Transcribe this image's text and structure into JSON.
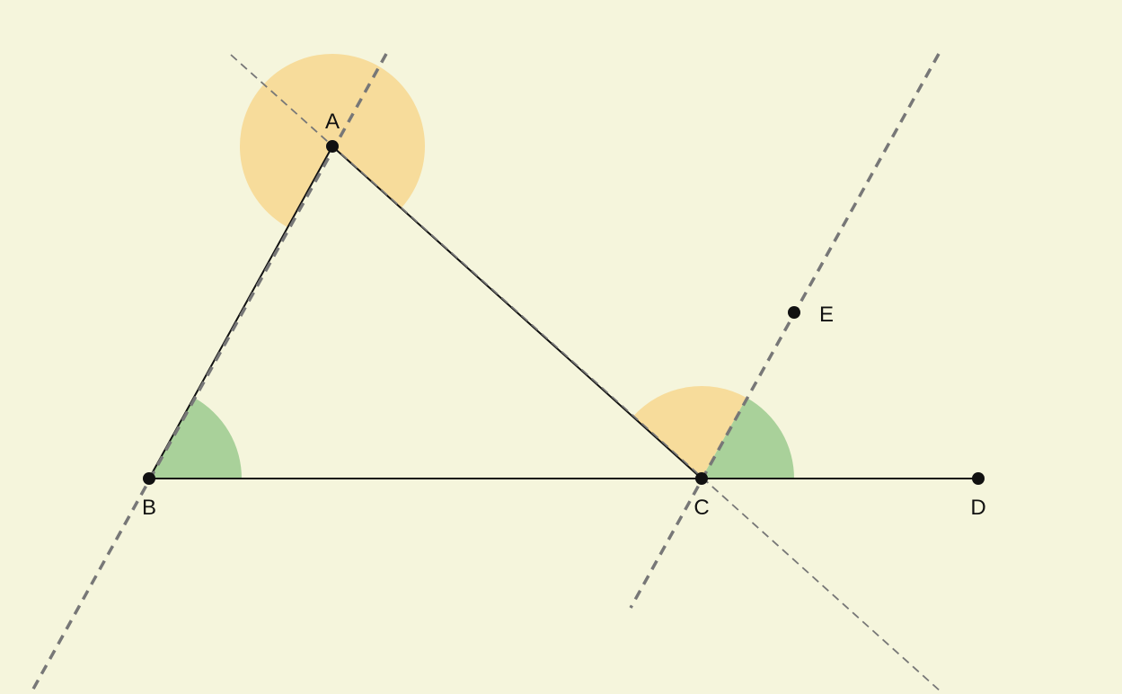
{
  "diagram": {
    "points": {
      "A": {
        "label": "A"
      },
      "B": {
        "label": "B"
      },
      "C": {
        "label": "C"
      },
      "D": {
        "label": "D"
      },
      "E": {
        "label": "E"
      }
    },
    "segments": [
      "AB",
      "BC",
      "CA",
      "CD"
    ],
    "dashed_lines": [
      {
        "through": [
          "A",
          "B"
        ],
        "style": "thick-dashed"
      },
      {
        "through": [
          "A",
          "C"
        ],
        "style": "thin-dashed"
      },
      {
        "through": [
          "C",
          "E"
        ],
        "style": "thick-dashed",
        "note": "parallel to AB"
      }
    ],
    "angle_marks": [
      {
        "vertex": "A",
        "between": [
          "B",
          "C"
        ],
        "color": "#f7dc9b"
      },
      {
        "vertex": "C",
        "between": [
          "A",
          "E"
        ],
        "color": "#f7dc9b"
      },
      {
        "vertex": "B",
        "between": [
          "C",
          "A"
        ],
        "color": "#a9d19a"
      },
      {
        "vertex": "C",
        "between": [
          "D",
          "E"
        ],
        "color": "#a9d19a"
      }
    ],
    "colors": {
      "background": "#f5f5dc",
      "stroke": "#111111",
      "dashed": "#777777",
      "angle_orange": "#f7dc9b",
      "angle_green": "#a9d19a"
    }
  }
}
